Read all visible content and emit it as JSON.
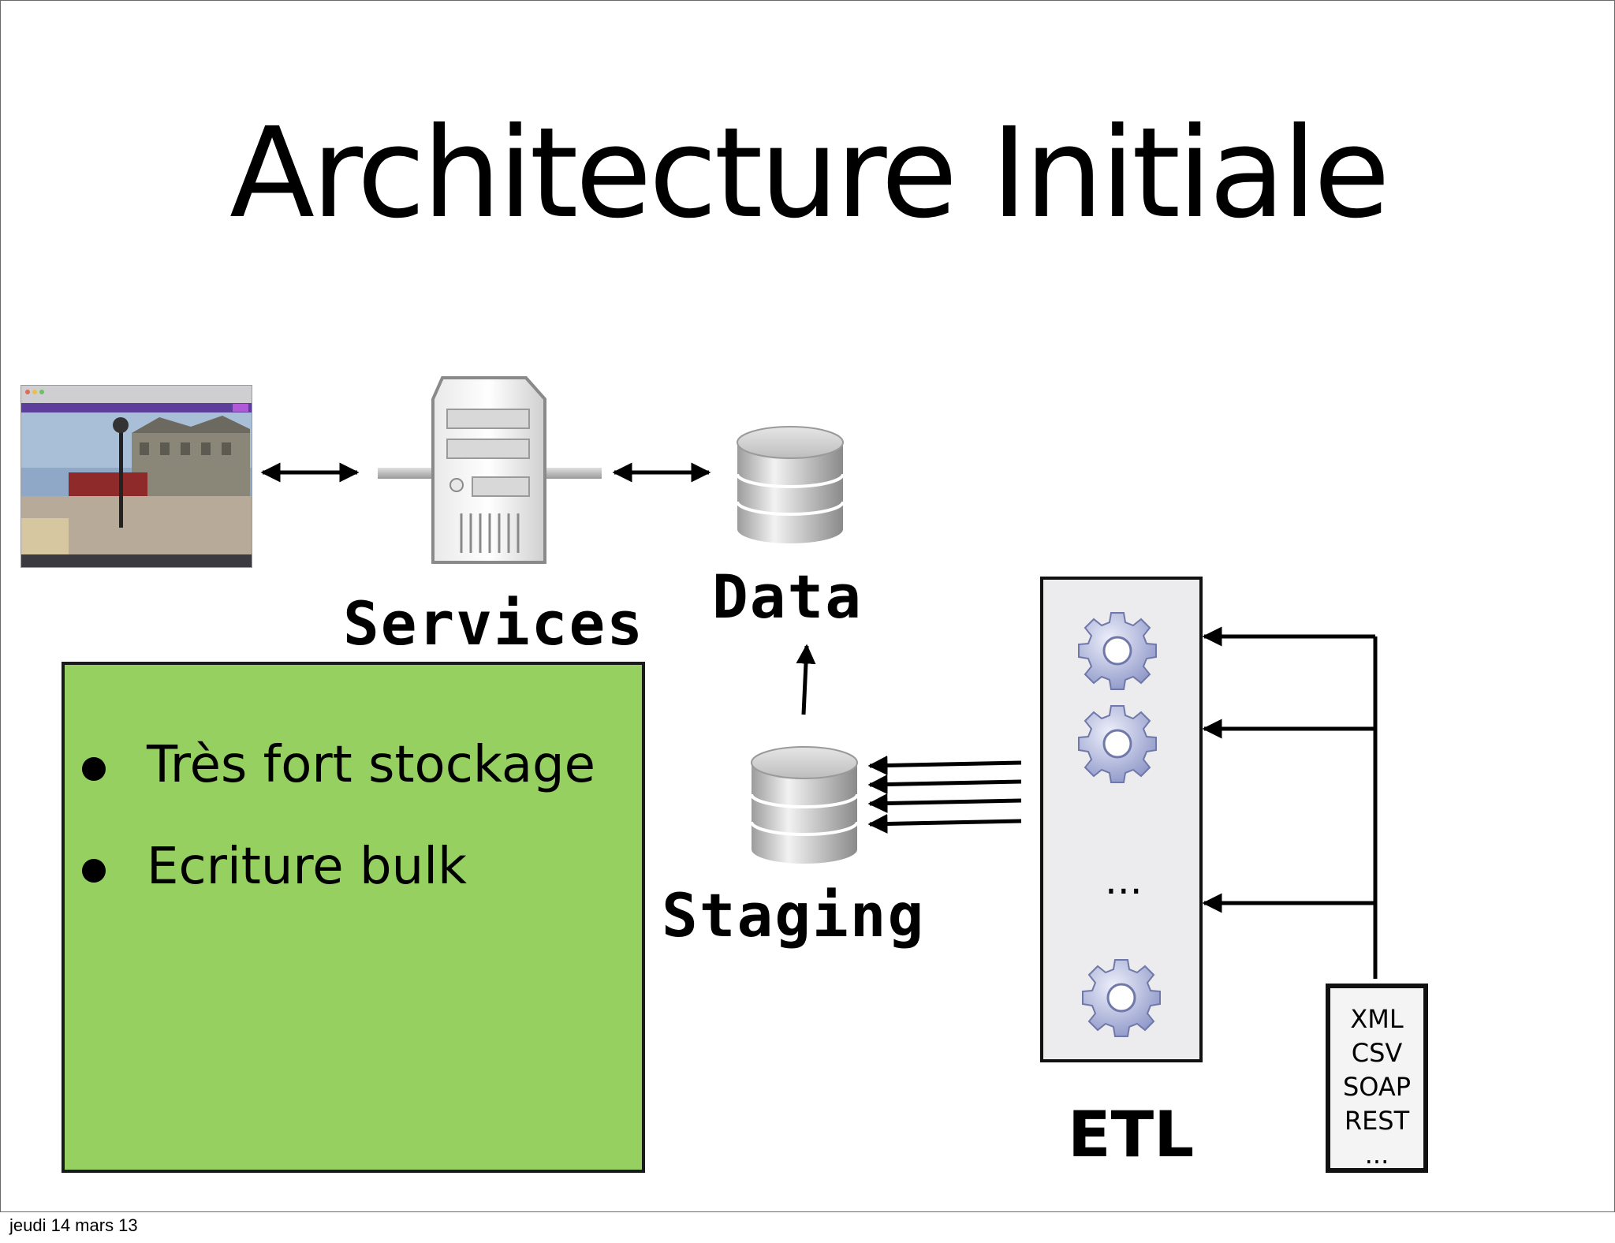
{
  "slide": {
    "title": "Architecture Initiale",
    "labels": {
      "services": "Services",
      "data": "Data",
      "staging": "Staging",
      "etl": "ETL"
    },
    "bullets": [
      "Très fort stockage",
      "Ecriture bulk"
    ],
    "etl_ellipsis": "...",
    "formats": [
      "XML",
      "CSV",
      "SOAP",
      "REST",
      "..."
    ],
    "colors": {
      "green_box": "#96d061",
      "etl_box": "#ececee"
    }
  },
  "footer": {
    "date": "jeudi 14 mars 13"
  }
}
